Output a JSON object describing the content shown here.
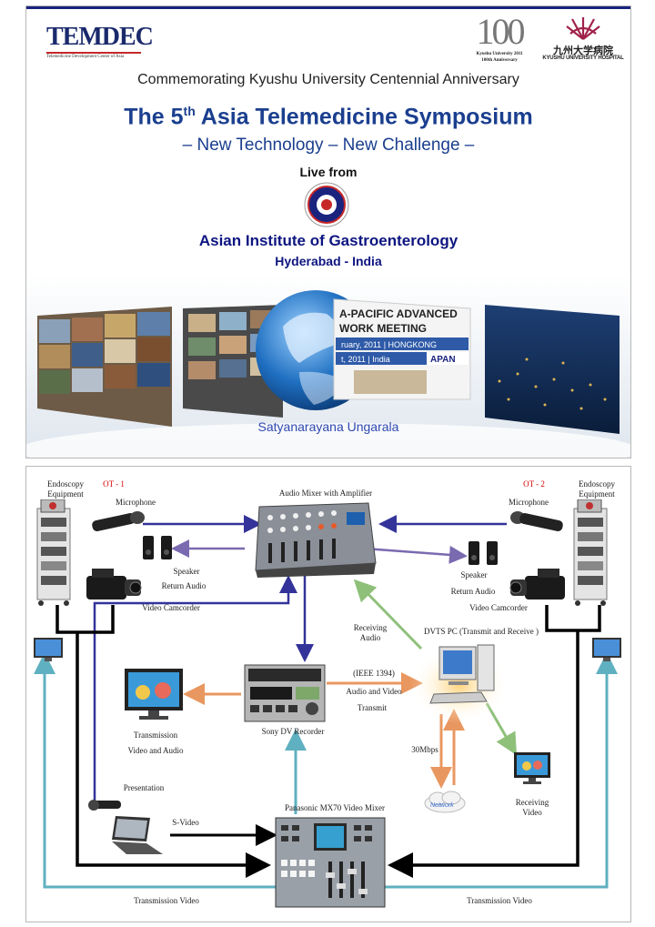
{
  "slide1": {
    "logo_left": {
      "main": "TEMDEC",
      "sub": "Telemedicine Development Center of Asia"
    },
    "logo_centennial": {
      "number": "100",
      "line1": "Kyushu University 2011",
      "line2": "100th Anniversary"
    },
    "logo_hospital": {
      "jp": "九州大学病院",
      "en": "KYUSHU UNIVERSITY HOSPITAL"
    },
    "commemorating": "Commemorating Kyushu University Centennial Anniversary",
    "title_pre": "The 5",
    "title_sup": "th",
    "title_post": " Asia Telemedicine Symposium",
    "subtitle": "– New Technology – New Challenge –",
    "live_from": "Live from",
    "institute": "Asian Institute of Gastroenterology",
    "location": "Hyderabad - India",
    "banner": {
      "line1": "A-PACIFIC ADVANCED",
      "line2": "WORK MEETING",
      "line3": "ruary, 2011 | HONGKONG",
      "line4": "t, 2011 | India",
      "apan": "APAN"
    },
    "presenter": "Satyanarayana Ungarala"
  },
  "slide2": {
    "endoscopy_left": "Endoscopy Equipment",
    "endoscopy_right": "Endoscopy Equipment",
    "ot_left": "OT - 1",
    "ot_right": "OT - 2",
    "microphone_left": "Microphone",
    "microphone_right": "Microphone",
    "audio_mixer": "Audio Mixer with Amplifier",
    "speaker_left": "Speaker",
    "speaker_right": "Speaker",
    "return_audio_left": "Return Audio",
    "return_audio_right": "Return Audio",
    "camcorder_left": "Video Camcorder",
    "camcorder_right": "Video Camcorder",
    "receiving_audio": "Receiving Audio",
    "dvts_pc": "DVTS PC (Transmit and Receive )",
    "ieee": "(IEEE 1394)",
    "audio_video": "Audio and Video",
    "transmit": "Transmit",
    "sony": "Sony DV Recorder",
    "transmission_av_1": "Transmission",
    "transmission_av_2": "Video and Audio",
    "mbps": "30Mbps",
    "network": "Network",
    "receiving_video": "Receiving Video",
    "presentation": "Presentation",
    "svideo": "S-Video",
    "panasonic": "Panasonic MX70 Video Mixer",
    "transmission_video_left": "Transmission  Video",
    "transmission_video_right": "Transmission  Video"
  }
}
